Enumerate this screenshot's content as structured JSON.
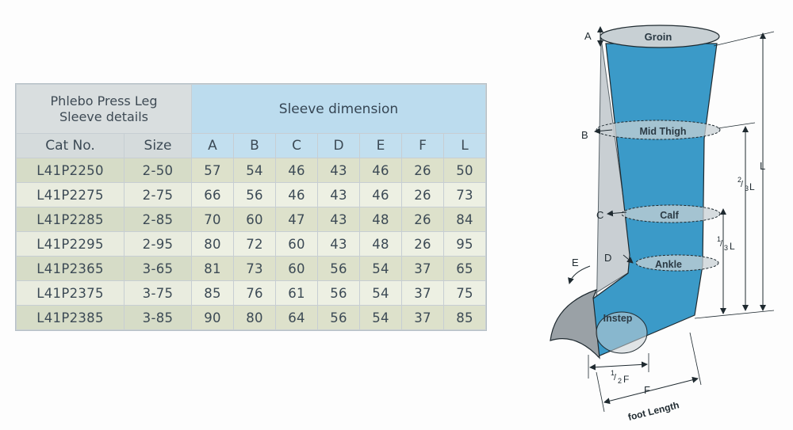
{
  "table": {
    "product_heading_line1": "Phlebo Press Leg",
    "product_heading_line2": "Sleeve details",
    "dimension_heading": "Sleeve dimension",
    "columns": [
      "Cat No.",
      "Size",
      "A",
      "B",
      "C",
      "D",
      "E",
      "F",
      "L"
    ],
    "rows": [
      [
        "L41P2250",
        "2-50",
        "57",
        "54",
        "46",
        "43",
        "46",
        "26",
        "50"
      ],
      [
        "L41P2275",
        "2-75",
        "66",
        "56",
        "46",
        "43",
        "46",
        "26",
        "73"
      ],
      [
        "L41P2285",
        "2-85",
        "70",
        "60",
        "47",
        "43",
        "48",
        "26",
        "84"
      ],
      [
        "L41P2295",
        "2-95",
        "80",
        "72",
        "60",
        "43",
        "48",
        "26",
        "95"
      ],
      [
        "L41P2365",
        "3-65",
        "81",
        "73",
        "60",
        "56",
        "54",
        "37",
        "65"
      ],
      [
        "L41P2375",
        "3-75",
        "85",
        "76",
        "61",
        "56",
        "54",
        "37",
        "75"
      ],
      [
        "L41P2385",
        "3-85",
        "90",
        "80",
        "64",
        "56",
        "54",
        "37",
        "85"
      ]
    ]
  },
  "diagram": {
    "colors": {
      "sleeve": "#3b9ac8",
      "sleeve_dark": "#2a7fab",
      "ellipse": "#c8d0d4",
      "line": "#1f2a30"
    },
    "labels": {
      "groin": "Groin",
      "mid_thigh": "Mid Thigh",
      "calf": "Calf",
      "ankle": "Ankle",
      "instep": "Instep",
      "a": "A",
      "b": "B",
      "c": "C",
      "d": "D",
      "e": "E",
      "l": "L",
      "two_thirds_sup": "2",
      "two_thirds_sub": "3",
      "two_thirds_l": "L",
      "one_third_sup": "1",
      "one_third_sub": "3",
      "one_third_l": "L",
      "half_sup": "1",
      "half_sub": "2",
      "half_f": "F",
      "f": "F",
      "foot_length": "foot Length"
    }
  }
}
